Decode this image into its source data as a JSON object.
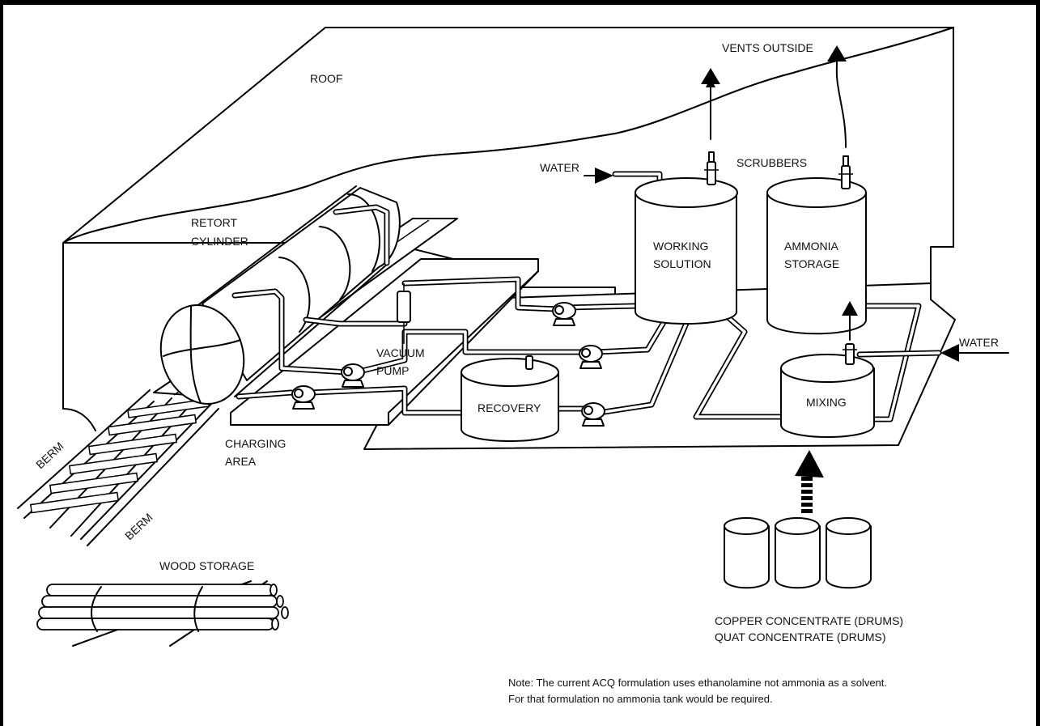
{
  "labels": {
    "roof": "ROOF",
    "vents_outside": "VENTS OUTSIDE",
    "scrubbers": "SCRUBBERS",
    "water_top": "WATER",
    "water_right": "WATER",
    "retort_line1": "RETORT",
    "retort_line2": "CYLINDER",
    "working_line1": "WORKING",
    "working_line2": "SOLUTION",
    "ammonia_line1": "AMMONIA",
    "ammonia_line2": "STORAGE",
    "vacuum_line1": "VACUUM",
    "vacuum_line2": "PUMP",
    "recovery": "RECOVERY",
    "mixing": "MIXING",
    "charging_line1": "CHARGING",
    "charging_line2": "AREA",
    "berm_left": "BERM",
    "berm_right": "BERM",
    "wood_storage": "WOOD STORAGE",
    "copper_drums": "COPPER CONCENTRATE (DRUMS)",
    "quat_drums": "QUAT CONCENTRATE (DRUMS)"
  },
  "note": {
    "line1": "Note: The current ACQ formulation uses ethanolamine not ammonia as a solvent.",
    "line2": "For that formulation no ammonia tank would be required."
  }
}
